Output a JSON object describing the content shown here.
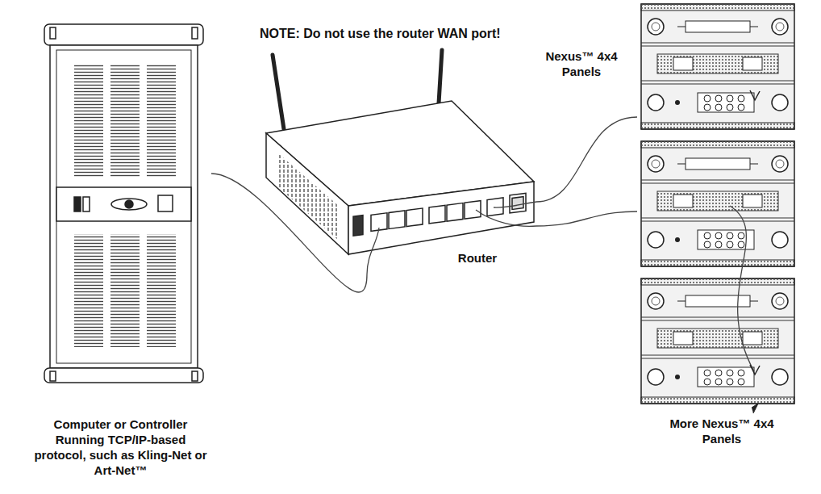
{
  "diagram": {
    "nodes": [
      {
        "text": [
          "Computer or Controller Running TCP/IP-based protocol, such as Kling-Net or Art-Net™"
        ]
      },
      {
        "text": [
          "Router"
        ]
      },
      {
        "text": [
          "Nexus™ 4x4 Panels"
        ]
      },
      {
        "text": [
          "More Nexus™ 4x4 Panels"
        ]
      }
    ],
    "edges": [
      {
        "from": 0,
        "to": 1,
        "arrow": "none"
      },
      {
        "from": 1,
        "to": 2,
        "arrow": "none"
      },
      {
        "from": 1,
        "to": 3,
        "arrow": "none"
      }
    ],
    "labels": [
      "NOTE: Do not use the router WAN port!"
    ]
  }
}
